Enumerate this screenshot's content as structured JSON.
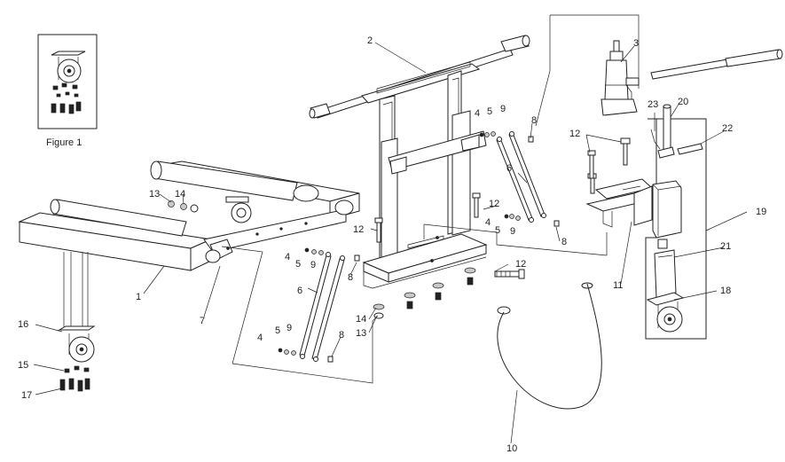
{
  "figure": {
    "caption": "Figure 1"
  },
  "callouts": {
    "c1": "1",
    "c2": "2",
    "c3": "3",
    "c4a": "4",
    "c4b": "4",
    "c4c": "4",
    "c4d": "4",
    "c5a": "5",
    "c5b": "5",
    "c5c": "5",
    "c5d": "5",
    "c6a": "6",
    "c6b": "6",
    "c7": "7",
    "c8a": "8",
    "c8b": "8",
    "c8c": "8",
    "c8d": "8",
    "c9a": "9",
    "c9b": "9",
    "c9c": "9",
    "c9d": "9",
    "c10": "10",
    "c11": "11",
    "c12a": "12",
    "c12b": "12",
    "c12c": "12",
    "c12d": "12",
    "c13a": "13",
    "c13b": "13",
    "c14a": "14",
    "c14b": "14",
    "c15": "15",
    "c16": "16",
    "c17": "17",
    "c18": "18",
    "c19": "19",
    "c20": "20",
    "c21": "21",
    "c22": "22",
    "c23": "23"
  }
}
